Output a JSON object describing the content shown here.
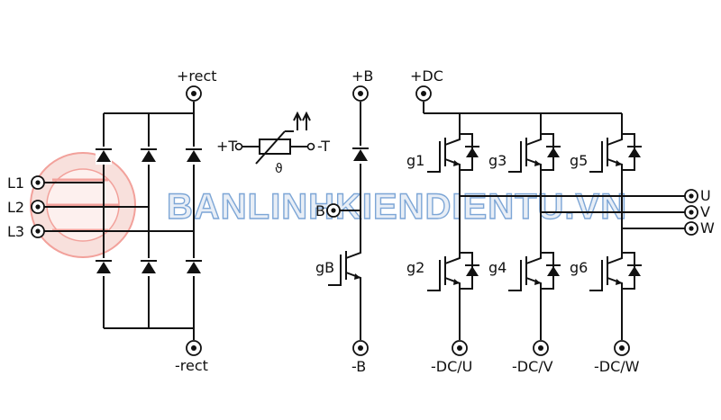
{
  "watermark": {
    "text": "BANLINHKIENDIENTU.VN"
  },
  "rectifier": {
    "plus_label": "+rect",
    "minus_label": "-rect",
    "inputs": [
      "L1",
      "L2",
      "L3"
    ]
  },
  "thermistor": {
    "plus_label": "+T",
    "minus_label": "-T"
  },
  "brake": {
    "plus_label": "+B",
    "node_label": "B",
    "gate_label": "gB",
    "minus_label": "-B"
  },
  "inverter": {
    "plus_label": "+DC",
    "outputs": [
      "U",
      "V",
      "W"
    ],
    "upper_gates": [
      "g1",
      "g3",
      "g5"
    ],
    "lower_gates": [
      "g2",
      "g4",
      "g6"
    ],
    "minus_labels": [
      "-DC/U",
      "-DC/V",
      "-DC/W"
    ]
  },
  "colors": {
    "line": "#111111",
    "watermark_fill": "#e8eef6",
    "watermark_stroke": "#7da6d6",
    "logo_red": "#e8564a",
    "logo_blue": "#6fa0d8"
  }
}
